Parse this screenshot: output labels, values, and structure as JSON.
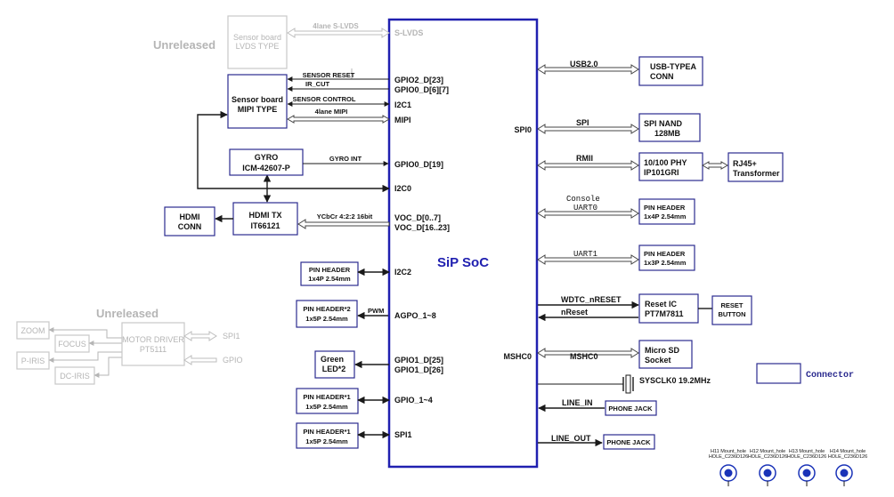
{
  "colors": {
    "soc_border": "#2020b0",
    "soc_title": "#2020b0",
    "dim_text": "#b5b5b5",
    "box_border": "#2b2b8f",
    "mount_hole": "#1a33b8"
  },
  "soc": {
    "title": "SiP SoC",
    "left_pins": [
      "S-LVDS",
      "GPIO2_D[23]",
      "GPIO0_D[6][7]",
      "I2C1",
      "MIPI",
      "GPIO0_D[19]",
      "I2C0",
      "VOC_D[0..7]",
      "VOC_D[16..23]",
      "I2C2",
      "AGPO_1~8",
      "GPIO1_D[25]",
      "GPIO1_D[26]",
      "GPIO_1~4",
      "SPI1"
    ],
    "right_pins": [
      "SPI0",
      "MSHC0"
    ]
  },
  "left": {
    "unreleased_top": "Unreleased",
    "lvds_board": [
      "Sensor board",
      "LVDS TYPE"
    ],
    "lvds_link": "4lane S-LVDS",
    "sensor_reset": "SENSOR RESET",
    "ir_cut": "IR_CUT",
    "sensor_control": "SENSOR CONTROL",
    "mipi_board": [
      "Sensor board",
      "MIPI TYPE"
    ],
    "mipi_link": "4lane MIPI",
    "gyro": [
      "GYRO",
      "ICM-42607-P"
    ],
    "gyro_int": "GYRO INT",
    "hdmi_tx": [
      "HDMI TX",
      "IT66121"
    ],
    "hdmi_conn": [
      "HDMI",
      "CONN"
    ],
    "ycbcr": "YCbCr 4:2:2 16bit",
    "pin_header_i2c2": [
      "PIN HEADER",
      "1x4P 2.54mm"
    ],
    "pin_header_pwm": [
      "PIN HEADER*2",
      "1x5P 2.54mm"
    ],
    "pwm": "PWM",
    "green_led": [
      "Green",
      "LED*2"
    ],
    "pin_header_gpio": [
      "PIN HEADER*1",
      "1x5P 2.54mm"
    ],
    "pin_header_spi": [
      "PIN HEADER*1",
      "1x5P 2.54mm"
    ],
    "unreleased_bottom": "Unreleased",
    "zoom": "ZOOM",
    "focus": "FOCUS",
    "piris": "P-IRIS",
    "dciris": "DC-IRIS",
    "motor_driver": [
      "MOTOR DRIVER",
      "PT5111"
    ],
    "spi1": "SPI1",
    "gpio": "GPIO"
  },
  "right": {
    "usb_link": "USB2.0",
    "usb_conn": [
      "USB-TYPEA",
      "CONN"
    ],
    "spi_link": "SPI",
    "spi_nand": [
      "SPI NAND",
      "128MB"
    ],
    "rmii": "RMII",
    "phy": [
      "10/100 PHY",
      "IP101GRI"
    ],
    "rj45": [
      "RJ45+",
      "Transformer"
    ],
    "console": "Console",
    "uart0": "UART0",
    "header_uart0": [
      "PIN HEADER",
      "1x4P 2.54mm"
    ],
    "uart1": "UART1",
    "header_uart1": [
      "PIN HEADER",
      "1x3P 2.54mm"
    ],
    "wdtc": "WDTC_nRESET",
    "nreset": "nReset",
    "reset_ic": [
      "Reset IC",
      "PT7M7811"
    ],
    "reset_button": [
      "RESET",
      "BUTTON"
    ],
    "mshc_link": "MSHC0",
    "micro_sd": [
      "Micro SD",
      "Socket"
    ],
    "sysclk": "SYSCLK0 19.2MHz",
    "line_in": "LINE_IN",
    "phone_jack_in": "PHONE JACK",
    "line_out": "LINE_OUT",
    "phone_jack_out": "PHONE JACK"
  },
  "legend": {
    "connector": "Connector"
  },
  "mount_holes": [
    {
      "name": "H11",
      "label": "H11  Mount_hole",
      "part": "HOLE_C236D126"
    },
    {
      "name": "H12",
      "label": "H12  Mount_hole",
      "part": "HOLE_C236D126"
    },
    {
      "name": "H13",
      "label": "H13  Mount_hole",
      "part": "HOLE_C236D126"
    },
    {
      "name": "H14",
      "label": "H14  Mount_hole",
      "part": "HOLE_C236D126"
    }
  ]
}
